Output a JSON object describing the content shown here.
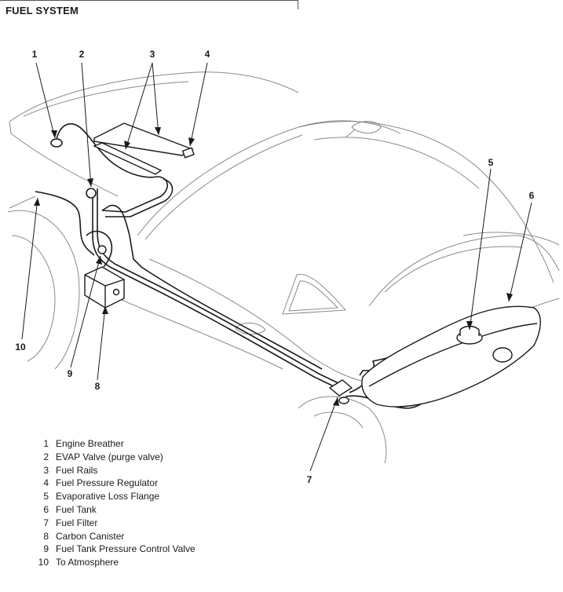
{
  "title": "FUEL SYSTEM",
  "callouts": [
    "1",
    "2",
    "3",
    "4",
    "5",
    "6",
    "7",
    "8",
    "9",
    "10"
  ],
  "legend": [
    {
      "num": "1",
      "label": "Engine Breather"
    },
    {
      "num": "2",
      "label": "EVAP Valve (purge valve)"
    },
    {
      "num": "3",
      "label": "Fuel Rails"
    },
    {
      "num": "4",
      "label": "Fuel Pressure Regulator"
    },
    {
      "num": "5",
      "label": "Evaporative Loss Flange"
    },
    {
      "num": "6",
      "label": "Fuel Tank"
    },
    {
      "num": "7",
      "label": "Fuel Filter"
    },
    {
      "num": "8",
      "label": "Carbon Canister"
    },
    {
      "num": "9",
      "label": "Fuel Tank Pressure Control Valve"
    },
    {
      "num": "10",
      "label": "To Atmosphere"
    }
  ]
}
